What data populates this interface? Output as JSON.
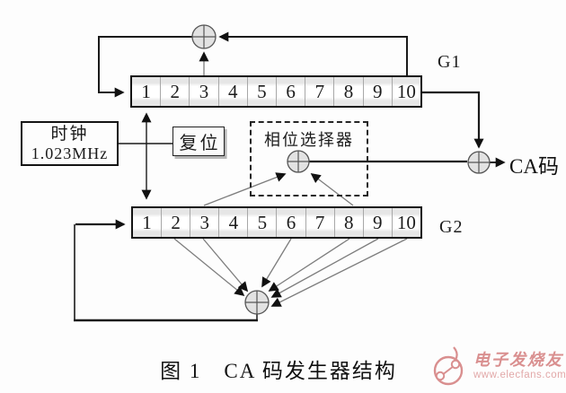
{
  "figure": {
    "caption": "图 1　CA 码发生器结构"
  },
  "g1": {
    "label": "G1",
    "cells": [
      "1",
      "2",
      "3",
      "4",
      "5",
      "6",
      "7",
      "8",
      "9",
      "10"
    ]
  },
  "g2": {
    "label": "G2",
    "cells": [
      "1",
      "2",
      "3",
      "4",
      "5",
      "6",
      "7",
      "8",
      "9",
      "10"
    ]
  },
  "clock": {
    "line1": "时钟",
    "line2": "1.023MHz"
  },
  "reset": {
    "label": "复位"
  },
  "phase_selector": {
    "label": "相位选择器"
  },
  "output": {
    "label": "CA码"
  },
  "watermark": {
    "brand": "电子发烧友",
    "url": "www.elecfans.com"
  },
  "icons": {
    "xor_gate": "circle-plus",
    "arrowhead": "solid-black-triangle"
  },
  "colors": {
    "wire": "#1a1a1a",
    "tap_wire": "#7d7d7d",
    "register_fill": "#e6e6e6",
    "xor_fill": "#e2e2e2",
    "watermark_pink": "#d98f8f",
    "background": "#fdfdfd"
  }
}
